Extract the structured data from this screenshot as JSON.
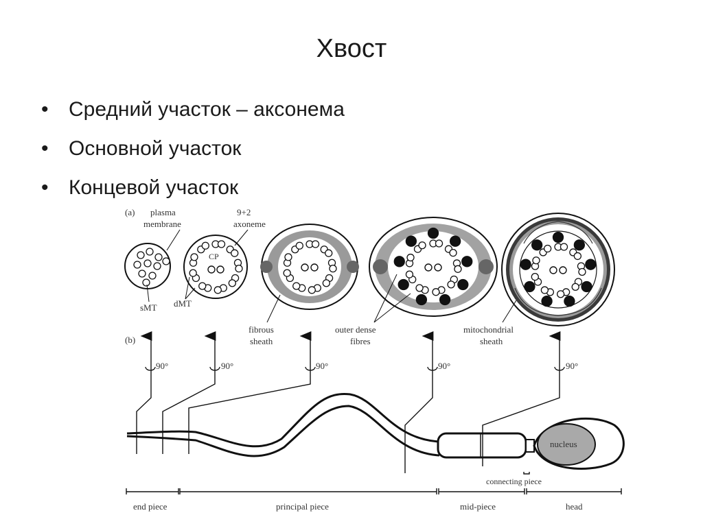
{
  "slide": {
    "title": "Хвост",
    "bullets": [
      "Средний участок – аксонема",
      "Основной участок",
      "Концевой участок"
    ]
  },
  "figure": {
    "panel_a": "(a)",
    "panel_b": "(b)",
    "labels": {
      "plasma_membrane_1": "plasma",
      "plasma_membrane_2": "membrane",
      "axoneme_1": "9+2",
      "axoneme_2": "axoneme",
      "cp": "CP",
      "smt": "sMT",
      "dmt": "dMT",
      "fibrous_1": "fibrous",
      "fibrous_2": "sheath",
      "outer_dense_1": "outer dense",
      "outer_dense_2": "fibres",
      "mito_1": "mitochondrial",
      "mito_2": "sheath",
      "rotation": "90°",
      "nucleus": "nucleus",
      "connecting_piece": "connecting piece"
    },
    "segments": [
      "end piece",
      "principal piece",
      "mid-piece",
      "head"
    ]
  }
}
